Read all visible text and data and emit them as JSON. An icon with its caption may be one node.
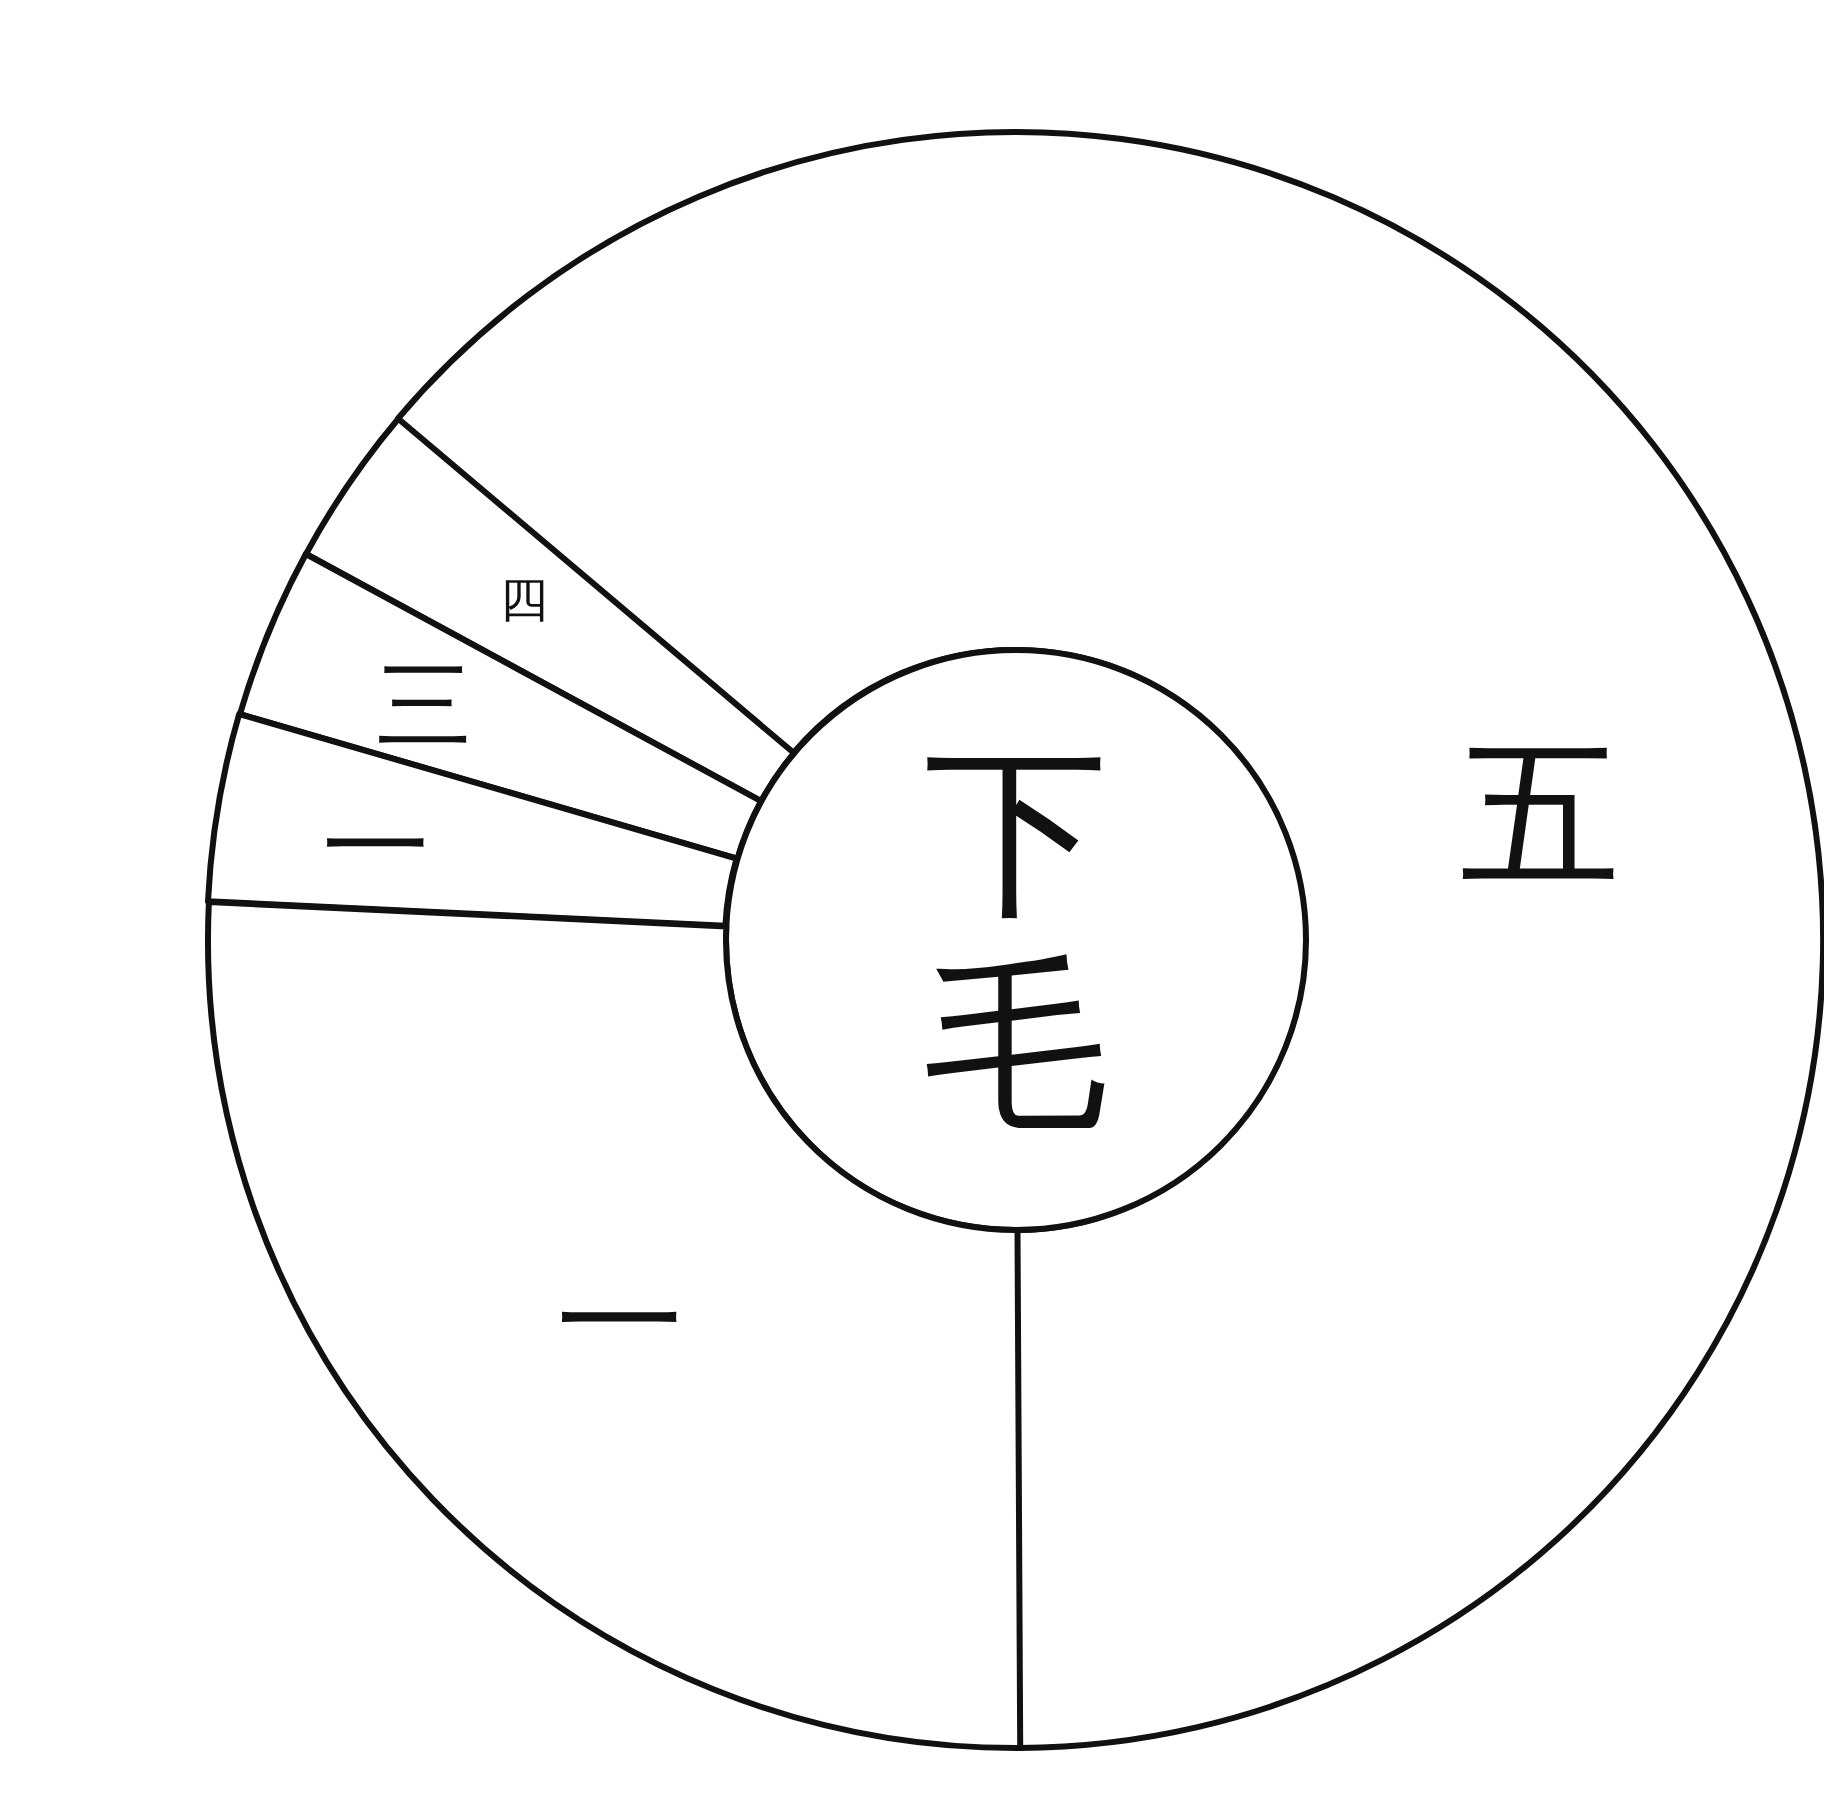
{
  "diagram": {
    "nodes": [
      {
        "text": [
          "四"
        ]
      },
      {
        "text": [
          "三"
        ]
      },
      {
        "text": [
          "一"
        ]
      },
      {
        "text": [
          "五"
        ]
      },
      {
        "text": [
          "下毛"
        ]
      },
      {
        "text": [
          "一"
        ]
      }
    ]
  }
}
